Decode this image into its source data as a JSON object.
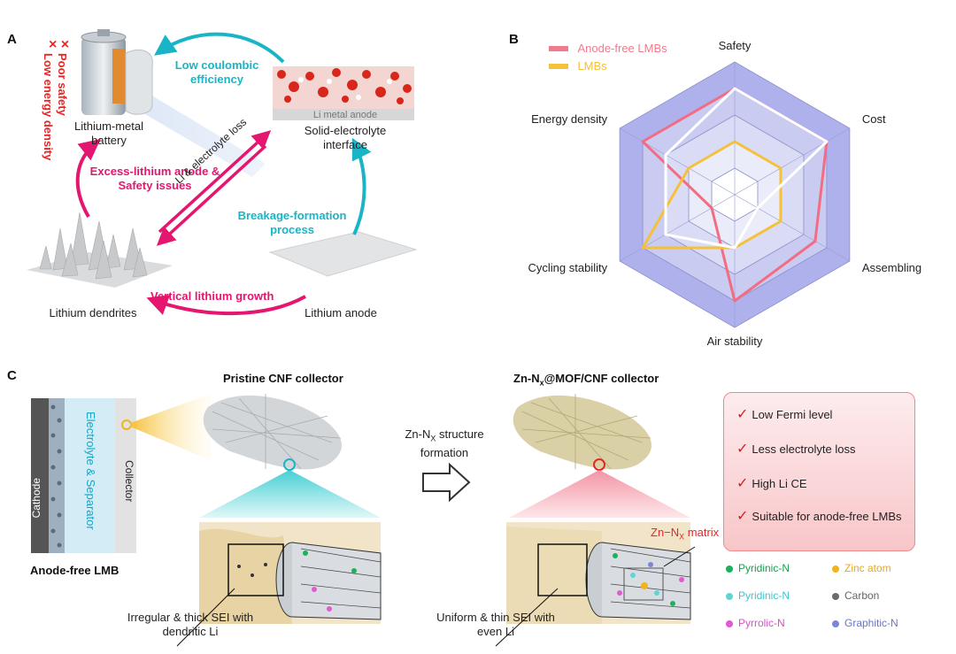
{
  "panel_a": {
    "letter": "A",
    "poor_safety": "Poor safety",
    "low_energy_density": "Low energy density",
    "x_marks": "× ×",
    "battery_label": "Lithium-metal battery",
    "sei_label": "Solid-electrolyte interface",
    "li_anode_inset": "Li metal anode",
    "low_ce": "Low coulombic efficiency",
    "excess_li": "Excess-lithium anode & Safety issues",
    "li_electrolyte_loss": "Li & electrolyte loss",
    "breakage": "Breakage-formation process",
    "vertical_growth": "Vertical lithium growth",
    "dendrites_label": "Lithium dendrites",
    "anode_label": "Lithium anode"
  },
  "panel_b": {
    "letter": "B",
    "legend": [
      {
        "name": "Anode-free LMBs",
        "color": "#f07a8e"
      },
      {
        "name": "LMBs",
        "color": "#f5c13a"
      }
    ],
    "axes": [
      "Safety",
      "Cost",
      "Assembling",
      "Air stability",
      "Cycling stability",
      "Energy density"
    ],
    "levels": 5,
    "series": [
      {
        "name": "Anode-free LMBs",
        "color": "#f26d84",
        "values": [
          0.8,
          0.8,
          0.7,
          0.8,
          0.2,
          0.8
        ]
      },
      {
        "name": "LMBs",
        "color": "#f5c13a",
        "values": [
          0.4,
          0.4,
          0.4,
          0.4,
          0.8,
          0.4
        ]
      },
      {
        "name": "",
        "color": "#ffffff",
        "values": [
          0.8,
          0.8,
          0.2,
          0.4,
          0.6,
          0.6
        ]
      }
    ]
  },
  "panel_c": {
    "letter": "C",
    "cathode": "Cathode",
    "electrolyte": "Electrolyte & Separator",
    "collector": "Collector",
    "anode_free_lmb": "Anode-free LMB",
    "pristine_title": "Pristine CNF collector",
    "znnx_title_pre": "Zn-N",
    "znnx_title_sub": "x",
    "znnx_title_post": "@MOF/CNF collector",
    "arrow_pre": "Zn-N",
    "arrow_sub": "X",
    "arrow_post": " structure",
    "arrow_line2": "formation",
    "irregular_sei": "Irregular & thick SEI with dendritic Li",
    "uniform_sei": "Uniform & thin SEI with even Li",
    "matrix_pre": "Zn−N",
    "matrix_sub": "X",
    "matrix_post": " matrix",
    "checklist": [
      "Low Fermi level",
      "Less electrolyte loss",
      "High Li CE",
      "Suitable for anode-free LMBs"
    ],
    "check_glyph": "✓",
    "legend": [
      {
        "name": "Pyridinic-N",
        "color": "#18b35a"
      },
      {
        "name": "Zinc atom",
        "color": "#f2b31c"
      },
      {
        "name": "Pyridinic-N",
        "color": "#5fd6d6"
      },
      {
        "name": "Carbon",
        "color": "#6b6b6b"
      },
      {
        "name": "Pyrrolic-N",
        "color": "#e15ad0"
      },
      {
        "name": "Graphitic-N",
        "color": "#7b86d6"
      }
    ]
  }
}
